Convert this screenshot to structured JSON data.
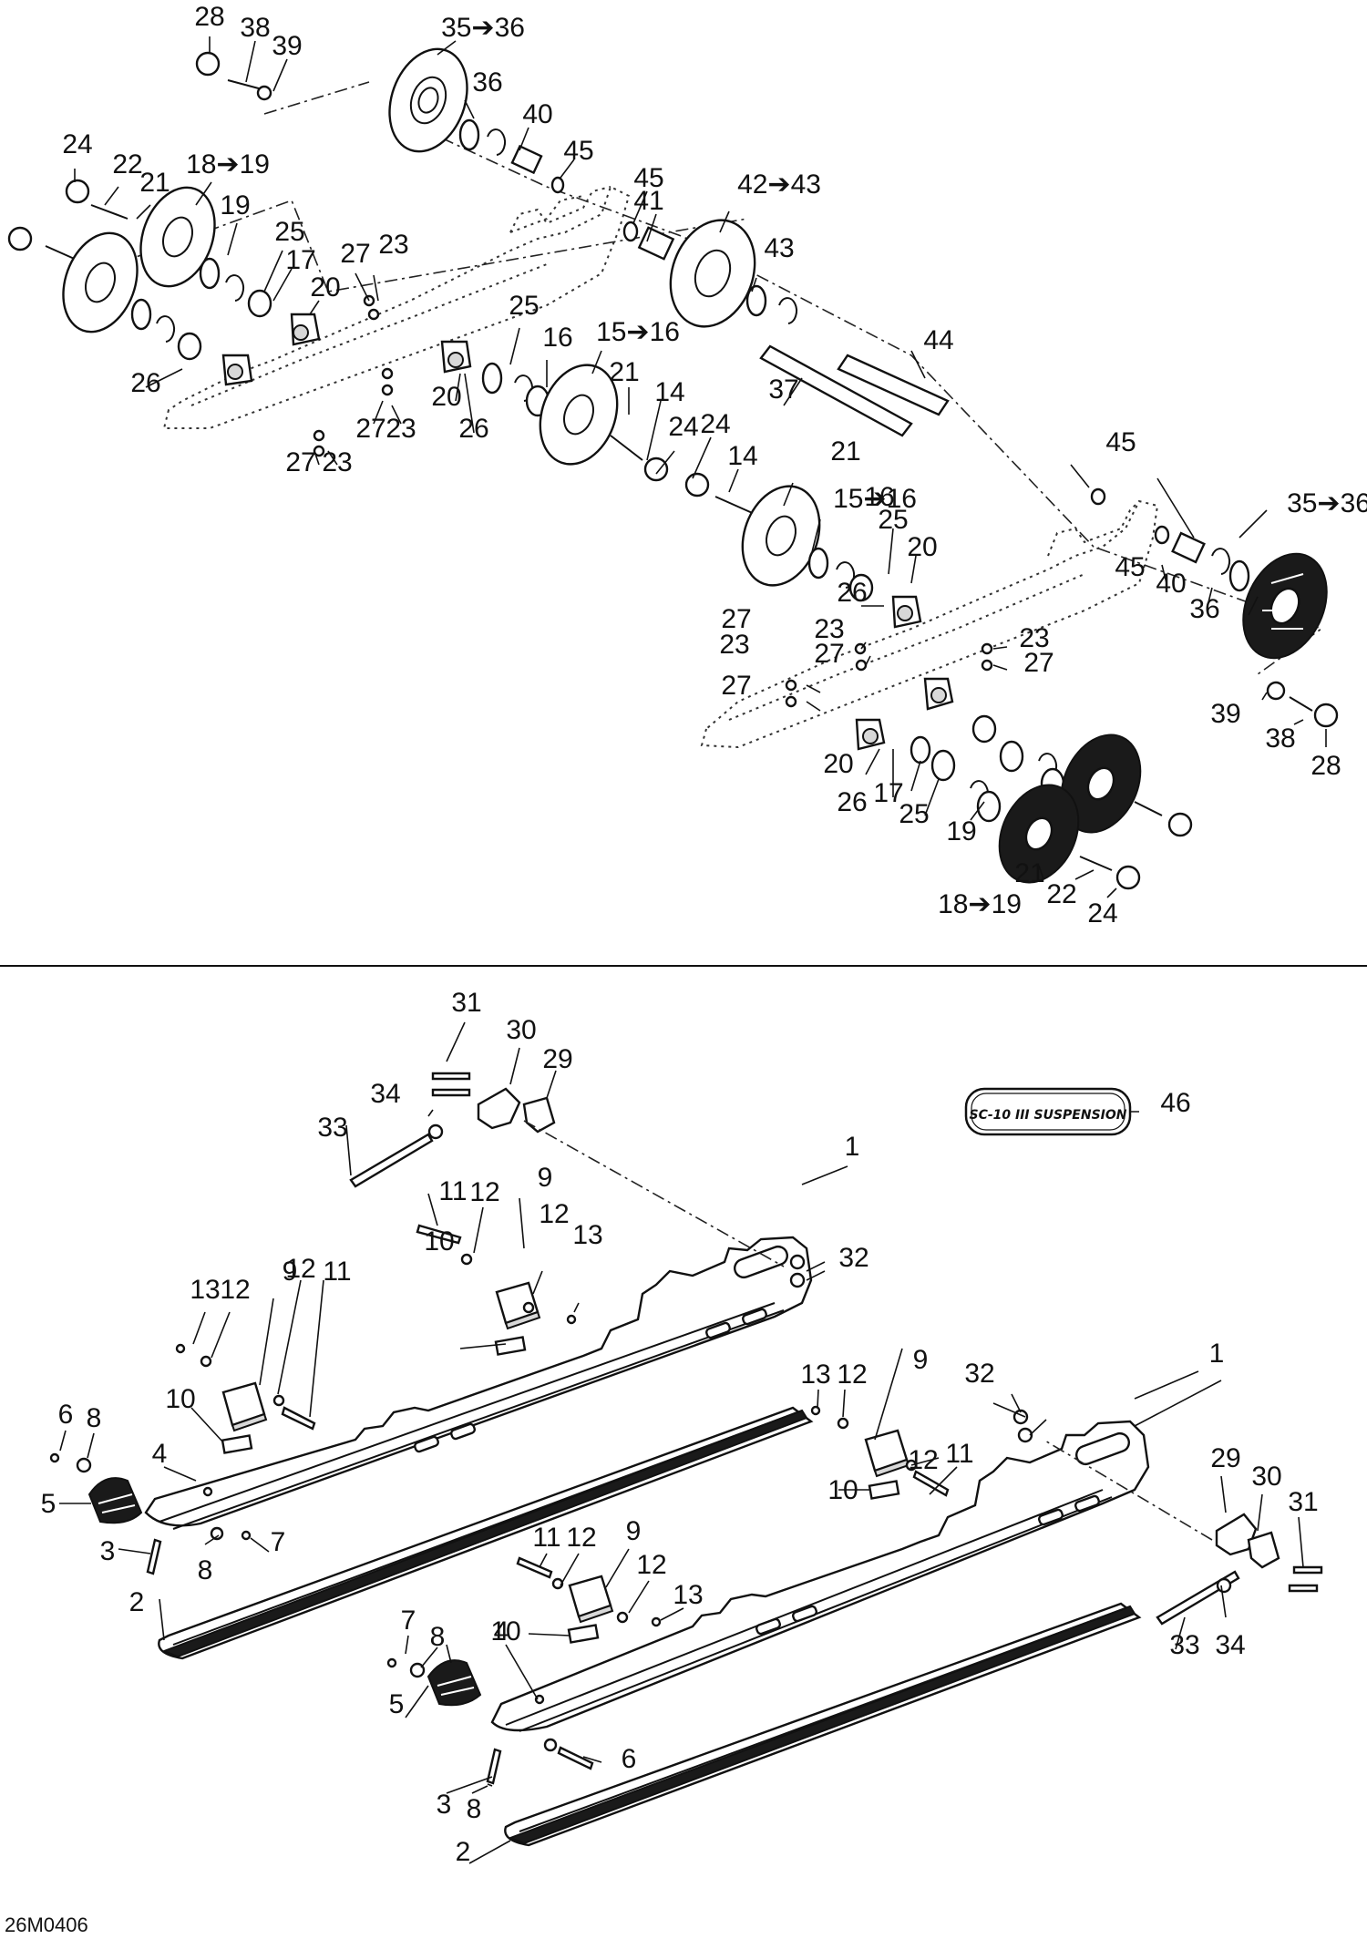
{
  "diagram": {
    "code": "26M0406",
    "logo_text": "SC-10 III SUSPENSION",
    "labels": [
      "28",
      "38",
      "39",
      "35➔36",
      "36",
      "40",
      "45",
      "45",
      "41",
      "42➔43",
      "43",
      "44",
      "37",
      "24",
      "22",
      "21",
      "18➔19",
      "19",
      "25",
      "17",
      "20",
      "27",
      "23",
      "26",
      "27",
      "23",
      "27",
      "23",
      "20",
      "26",
      "25",
      "16",
      "15➔16",
      "21",
      "14",
      "24",
      "24",
      "14",
      "21",
      "15➔16",
      "16",
      "25",
      "20",
      "26",
      "23",
      "27",
      "23",
      "27",
      "27",
      "23",
      "27",
      "45",
      "45",
      "35➔36",
      "40",
      "36",
      "39",
      "38",
      "28",
      "20",
      "26",
      "17",
      "25",
      "19",
      "21",
      "22",
      "18➔19",
      "24",
      "31",
      "30",
      "29",
      "34",
      "33",
      "46",
      "1",
      "32",
      "11",
      "12",
      "9",
      "12",
      "13",
      "10",
      "13",
      "12",
      "9",
      "12",
      "11",
      "10",
      "6",
      "8",
      "4",
      "5",
      "3",
      "8",
      "7",
      "2",
      "1",
      "32",
      "13",
      "12",
      "9",
      "12",
      "11",
      "10",
      "29",
      "30",
      "31",
      "34",
      "33",
      "11",
      "12",
      "9",
      "12",
      "13",
      "10",
      "7",
      "8",
      "4",
      "5",
      "3",
      "8",
      "6",
      "2"
    ]
  },
  "colors": {
    "ink": "#111111",
    "paper": "#ffffff"
  }
}
